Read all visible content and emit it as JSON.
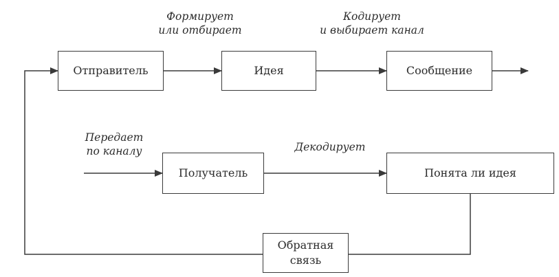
{
  "nodes": {
    "sender": "Отправитель",
    "idea": "Идея",
    "message": "Сообщение",
    "receiver": "Получатель",
    "understood": "Понята ли идея",
    "feedback_line1": "Обратная",
    "feedback_line2": "связь"
  },
  "edge_labels": {
    "forms_line1": "Формирует",
    "forms_line2": "или отбирает",
    "encodes_line1": "Кодирует",
    "encodes_line2": "и выбирает канал",
    "transmits_line1": "Передает",
    "transmits_line2": "по каналу",
    "decodes": "Декодирует"
  },
  "colors": {
    "line": "#3a3a3a",
    "text": "#2b2b2b"
  }
}
